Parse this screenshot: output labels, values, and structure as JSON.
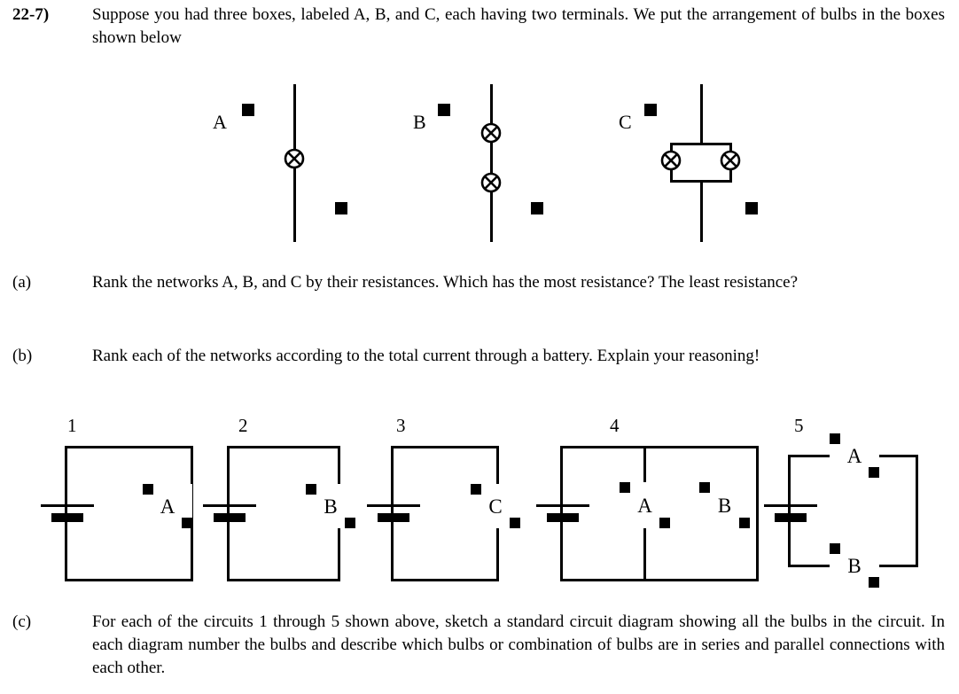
{
  "problem": {
    "number": "22-7)",
    "text": "Suppose you had three boxes, labeled A, B, and C, each having two terminals.  We put the arrangement of bulbs in the boxes shown below"
  },
  "parts": [
    {
      "label": "(a)",
      "text": "Rank the networks A, B, and C by their resistances.  Which has the most resistance?  The least resistance?"
    },
    {
      "label": "(b)",
      "text": "Rank each of the networks according to the total current through a battery.  Explain your reasoning!"
    },
    {
      "label": "(c)",
      "text": "For each of the circuits 1 through 5 shown above, sketch a standard circuit diagram showing all the bulbs in the circuit.  In each diagram number the bulbs and describe which bulbs or combination of bulbs are in series and parallel connections with each other."
    }
  ],
  "boxes": [
    {
      "label": "A",
      "arrangement": "one bulb in series between the two terminals",
      "bulbs": 1
    },
    {
      "label": "B",
      "arrangement": "two bulbs in series between the two terminals",
      "bulbs": 2
    },
    {
      "label": "C",
      "arrangement": "two bulbs in parallel between the two terminals",
      "bulbs": 2
    }
  ],
  "circuits": [
    {
      "number": "1",
      "boxes": [
        "A"
      ],
      "configuration": "battery with box A in series"
    },
    {
      "number": "2",
      "boxes": [
        "B"
      ],
      "configuration": "battery with box B in series"
    },
    {
      "number": "3",
      "boxes": [
        "C"
      ],
      "configuration": "battery with box C in series"
    },
    {
      "number": "4",
      "boxes": [
        "A",
        "B"
      ],
      "configuration": "battery with boxes A and B in parallel"
    },
    {
      "number": "5",
      "boxes": [
        "A",
        "B"
      ],
      "configuration": "battery with boxes A and B in series around the loop"
    }
  ],
  "colors": {
    "ink": "#000000",
    "paper": "#ffffff"
  }
}
